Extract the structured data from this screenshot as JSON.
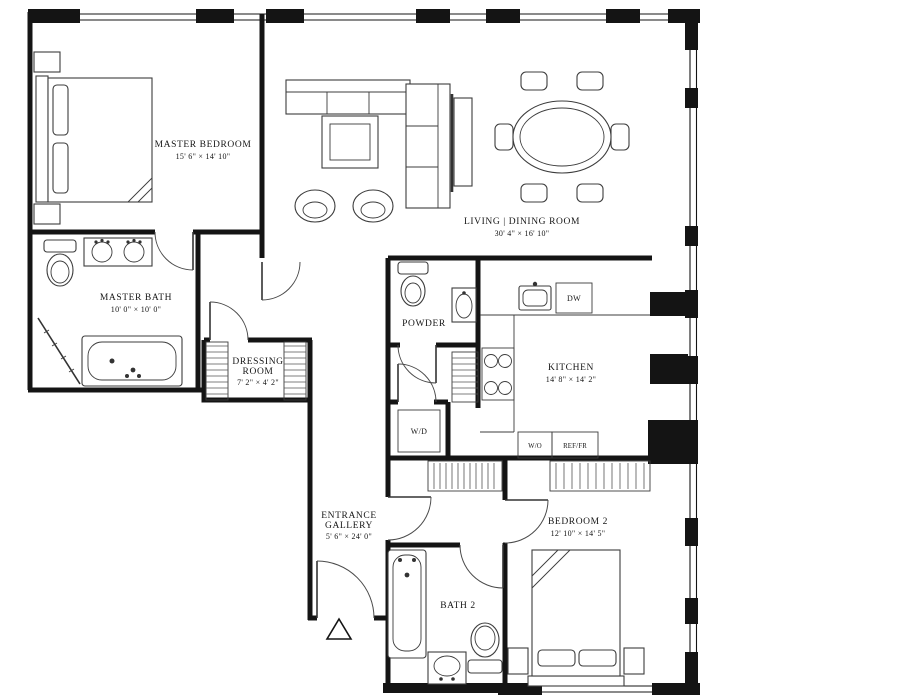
{
  "colors": {
    "paper": "#ffffff",
    "wall": "#141414",
    "line": "#3c3c3c",
    "text": "#161616"
  },
  "rooms": {
    "master_bedroom": {
      "label": "MASTER BEDROOM",
      "dimensions": "15' 6\" × 14' 10\""
    },
    "living_dining": {
      "label": "LIVING | DINING ROOM",
      "dimensions": "30' 4\" × 16' 10\""
    },
    "master_bath": {
      "label": "MASTER BATH",
      "dimensions": "10' 0\" × 10' 0\""
    },
    "dressing_room": {
      "line1": "DRESSING",
      "line2": "ROOM",
      "dimensions": "7' 2\" × 4' 2\""
    },
    "powder_room": {
      "label": "POWDER"
    },
    "kitchen": {
      "label": "KITCHEN",
      "dimensions": "14' 8\" × 14' 2\""
    },
    "entrance_gallery": {
      "line1": "ENTRANCE",
      "line2": "GALLERY",
      "dimensions": "5' 6\" × 24' 0\""
    },
    "bedroom_2": {
      "label": "BEDROOM 2",
      "dimensions": "12' 10\" × 14' 5\""
    },
    "bath_2": {
      "label": "BATH 2"
    }
  },
  "appliances": {
    "washer_dryer": "W/D",
    "dishwasher": "DW",
    "wall_oven": "W/O",
    "fridge_freezer": "REF/FR"
  }
}
